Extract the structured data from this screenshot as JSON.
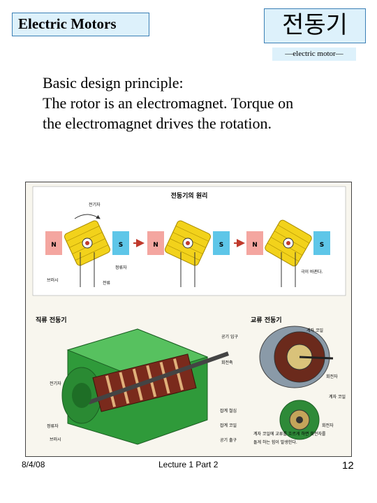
{
  "header": {
    "title": "Electric Motors",
    "korean_title": "전동기",
    "subtitle": "―electric motor―"
  },
  "body": {
    "lines": [
      "Basic design principle:",
      "The rotor is an electromagnet. Torque on",
      "the electromagnet drives the rotation."
    ]
  },
  "figure": {
    "top_title": "전동기의 원리",
    "label_electromagnet": "전기자",
    "label_brush": "브러시",
    "label_commutator": "정류자",
    "label_current": "전류",
    "label_pole_change": "극이 바뀐다.",
    "pole_n": "N",
    "pole_s": "S",
    "dc_title": "직류 전동기",
    "ac_title": "교류 전동기",
    "dc_labels": [
      "공기 입구",
      "회전축",
      "전기자",
      "정류자",
      "브러시",
      "잡계 철심",
      "잡계 코일",
      "공기 출구"
    ],
    "ac_labels": [
      "계자 코일",
      "회전자",
      "계자 코일",
      "회전자"
    ],
    "ac_caption_1": "계자 코일에 교류를 흐르게 하면 회전자를",
    "ac_caption_2": "돌게 하는 힘이 발생한다."
  },
  "footer": {
    "date": "8/4/08",
    "lecture": "Lecture 1 Part 2",
    "page": "12"
  }
}
